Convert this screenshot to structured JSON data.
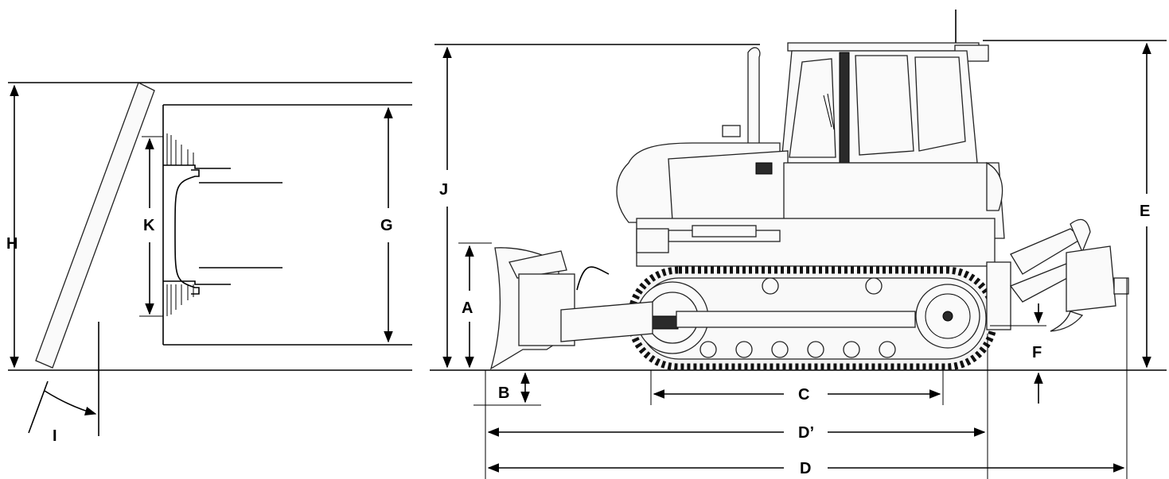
{
  "labels": {
    "A": "A",
    "B": "B",
    "C": "C",
    "D_prime": "D’",
    "D": "D",
    "E": "E",
    "F": "F",
    "G": "G",
    "H": "H",
    "I": "I",
    "J": "J",
    "K": "K"
  },
  "icons": {
    "bulldozer": "crawler-dozer-side-view-icon",
    "blade_tilt": "blade-tilt-front-view-icon"
  }
}
